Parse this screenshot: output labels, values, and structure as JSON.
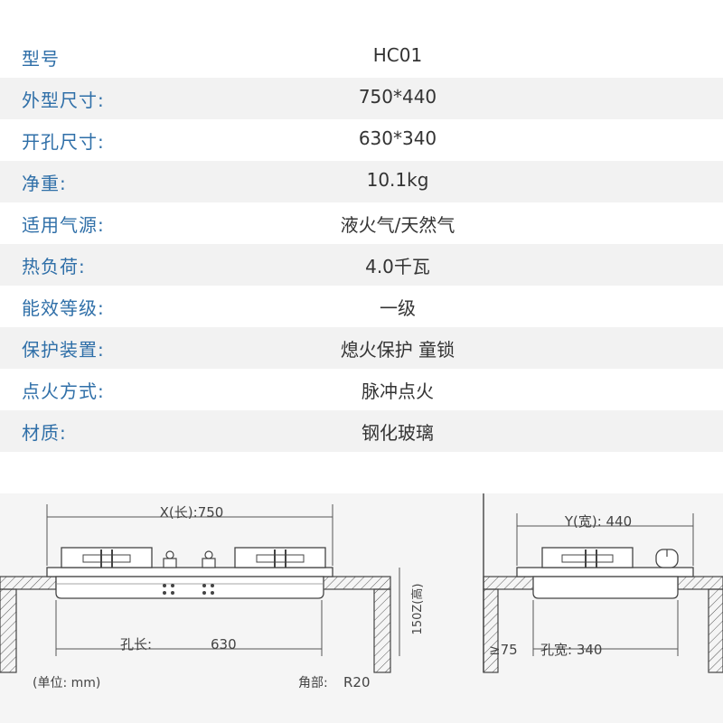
{
  "specs": [
    {
      "label": "型号",
      "value": "HC01"
    },
    {
      "label": "外型尺寸:",
      "value": "750*440"
    },
    {
      "label": "开孔尺寸:",
      "value": "630*340"
    },
    {
      "label": "净重:",
      "value": "10.1kg"
    },
    {
      "label": "适用气源:",
      "value": "液火气/天然气"
    },
    {
      "label": "热负荷:",
      "value": "4.0千瓦"
    },
    {
      "label": "能效等级:",
      "value": "一级"
    },
    {
      "label": "保护装置:",
      "value": "熄火保护 童锁"
    },
    {
      "label": "点火方式:",
      "value": "脉冲点火"
    },
    {
      "label": "材质:",
      "value": "钢化玻璃"
    }
  ],
  "diagram": {
    "front": {
      "length_label": "X(长):750",
      "hole_length_label": "孔长:",
      "hole_length_value": "630",
      "height_label": "150Z(高)"
    },
    "side": {
      "width_label": "Y(宽): 440",
      "clearance_label": "≥75",
      "hole_width_label": "孔宽: 340"
    },
    "unit_note": "(单位: mm)",
    "corner_label": "角部:",
    "corner_value": "R20"
  },
  "colors": {
    "label": "#2f6fa8",
    "value": "#333333",
    "row_alt": "#f2f2f2",
    "diagram_bg": "#f5f5f5"
  }
}
